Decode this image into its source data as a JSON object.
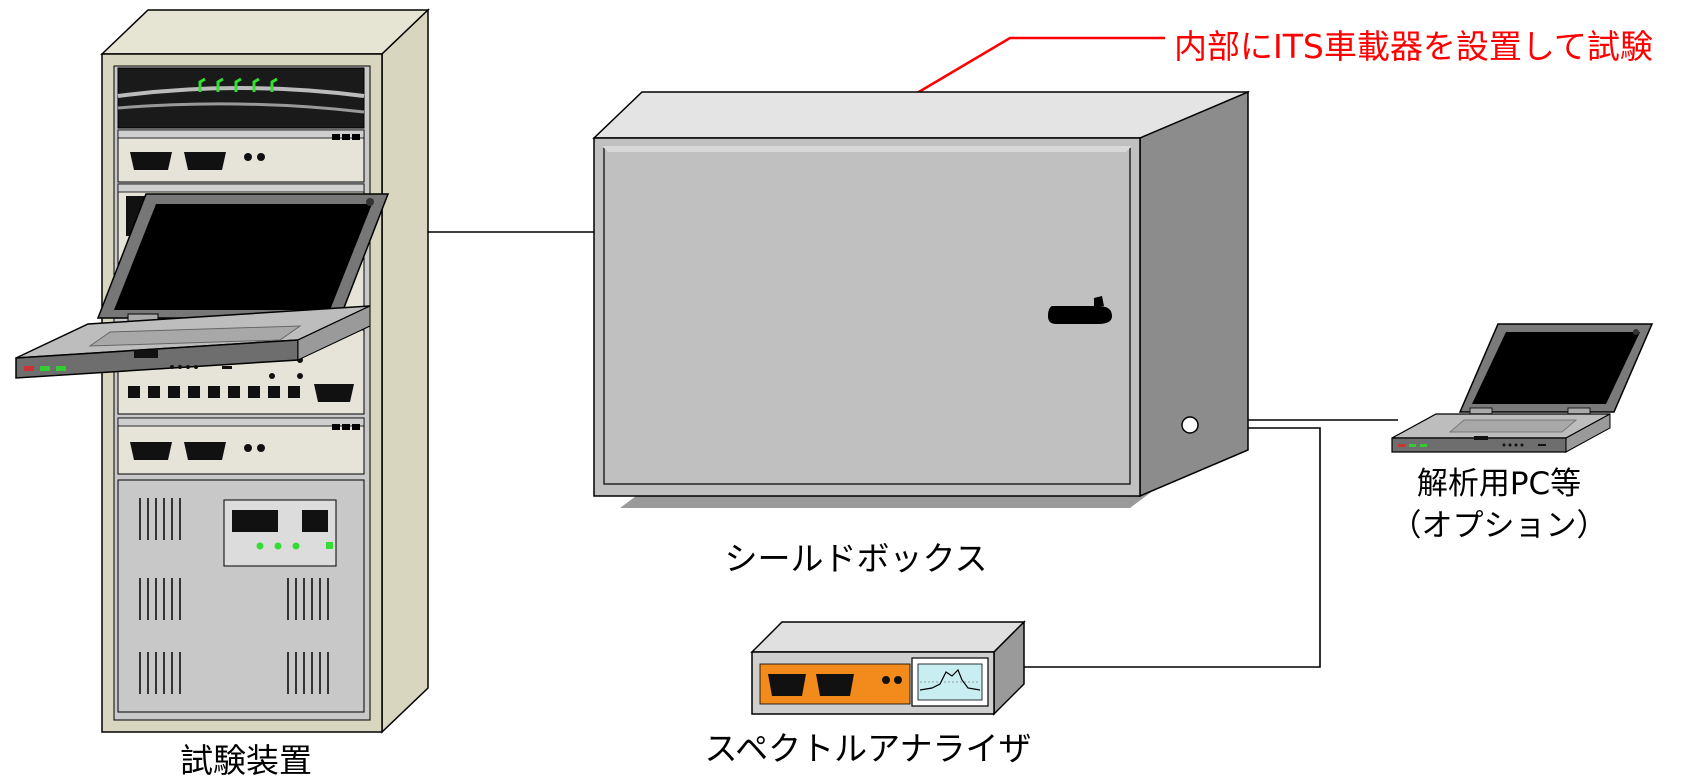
{
  "labels": {
    "annotation": "内部にITS車載器を設置して試験",
    "test_equipment": "試験装置",
    "shield_box": "シールドボックス",
    "analysis_pc_line1": "解析用PC等",
    "analysis_pc_line2": "（オプション）",
    "spectrum_analyzer": "スペクトルアナライザ"
  },
  "colors": {
    "annotation": "#ff0000",
    "rack_body": "#d9d6bf",
    "box_face": "#c0c0c0",
    "box_side": "#8c8c8c",
    "analyzer_panel": "#f28a1c",
    "led_green": "#33dd33"
  },
  "icons": [
    "equipment-rack-icon",
    "laptop-icon",
    "shield-box-icon",
    "spectrum-analyzer-icon"
  ]
}
